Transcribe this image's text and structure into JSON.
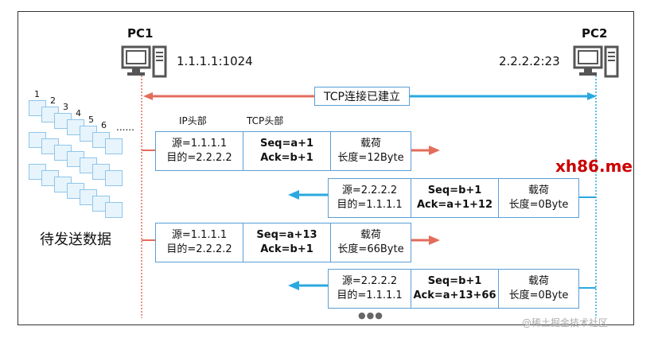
{
  "pc1": {
    "name": "PC1",
    "address": "1.1.1.1:1024"
  },
  "pc2": {
    "name": "PC2",
    "address": "2.2.2.2:23"
  },
  "connection_label": "TCP连接已建立",
  "header_labels": {
    "ip": "IP头部",
    "tcp": "TCP头部"
  },
  "pending_label": "待发送数据",
  "stack_numbers": [
    "1",
    "2",
    "3",
    "4",
    "5",
    "6"
  ],
  "stack_ellipsis": "......",
  "more_dots": "●●●",
  "packets": [
    {
      "direction": "right",
      "ip_line1": "源=1.1.1.1",
      "ip_line2": "目的=2.2.2.2",
      "tcp_line1": "Seq=a+1",
      "tcp_line2": "Ack=b+1",
      "payload_line1": "载荷",
      "payload_line2": "长度=12Byte"
    },
    {
      "direction": "left",
      "ip_line1": "源=2.2.2.2",
      "ip_line2": "目的=1.1.1.1",
      "tcp_line1": "Seq=b+1",
      "tcp_line2": "Ack=a+1+12",
      "payload_line1": "载荷",
      "payload_line2": "长度=0Byte"
    },
    {
      "direction": "right",
      "ip_line1": "源=1.1.1.1",
      "ip_line2": "目的=2.2.2.2",
      "tcp_line1": "Seq=a+13",
      "tcp_line2": "Ack=b+1",
      "payload_line1": "载荷",
      "payload_line2": "长度=66Byte"
    },
    {
      "direction": "left",
      "ip_line1": "源=2.2.2.2",
      "ip_line2": "目的=1.1.1.1",
      "tcp_line1": "Seq=b+1",
      "tcp_line2": "Ack=a+13+66",
      "payload_line1": "载荷",
      "payload_line2": "长度=0Byte"
    }
  ],
  "site_label": "xh86.me",
  "watermark": "@稀土掘金技术社区",
  "colors": {
    "arrow_red": "#e36c5b",
    "arrow_blue": "#29a9df",
    "box_border": "#5a9fd6",
    "site_red": "#cc0000"
  }
}
